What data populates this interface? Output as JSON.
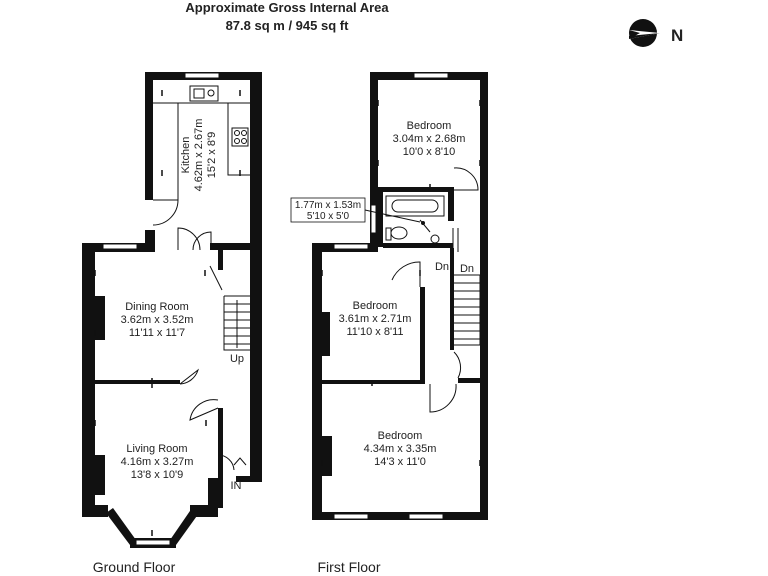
{
  "header": {
    "title": "Approximate Gross Internal Area",
    "area": "87.8 sq m / 945 sq ft"
  },
  "compass": {
    "letter": "N",
    "icon": "compass-north-icon"
  },
  "floors": [
    {
      "label": "Ground Floor",
      "rooms": [
        {
          "name": "Kitchen",
          "metric": "4.62m x 2.67m",
          "imperial": "15'2 x 8'9"
        },
        {
          "name": "Dining Room",
          "metric": "3.62m x 3.52m",
          "imperial": "11'11 x 11'7"
        },
        {
          "name": "Living Room",
          "metric": "4.16m x 3.27m",
          "imperial": "13'8 x 10'9"
        }
      ],
      "markers": {
        "up": "Up",
        "entrance": "IN"
      }
    },
    {
      "label": "First Floor",
      "rooms": [
        {
          "name": "Bedroom",
          "metric": "3.04m x 2.68m",
          "imperial": "10'0 x 8'10"
        },
        {
          "name": "Bedroom",
          "metric": "3.61m x 2.71m",
          "imperial": "11'10 x 8'11"
        },
        {
          "name": "Bedroom",
          "metric": "4.34m x 3.35m",
          "imperial": "14'3 x 11'0"
        }
      ],
      "bathroom": {
        "metric": "1.77m x 1.53m",
        "imperial": "5'10 x 5'0"
      },
      "markers": {
        "down_left": "Dn",
        "down_right": "Dn"
      }
    }
  ]
}
